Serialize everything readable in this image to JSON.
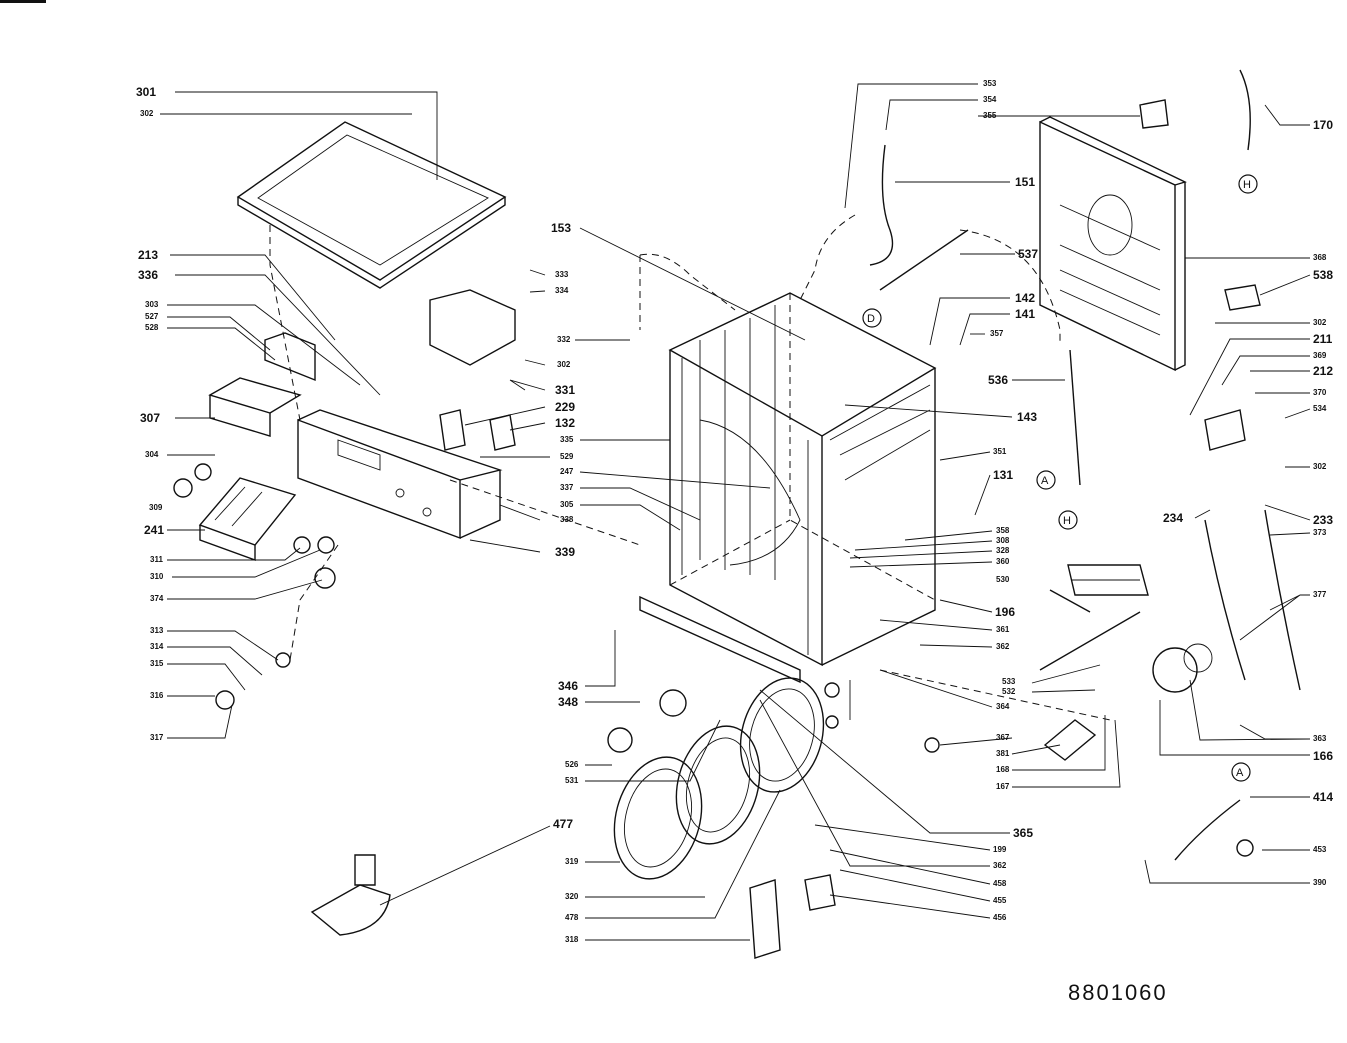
{
  "drawing_number": "8801060",
  "connector_markers": [
    "A",
    "D",
    "H"
  ],
  "labels": [
    "301",
    "302",
    "213",
    "336",
    "303",
    "527",
    "528",
    "307",
    "304",
    "309",
    "241",
    "311",
    "310",
    "374",
    "313",
    "314",
    "315",
    "316",
    "317",
    "346",
    "348",
    "526",
    "531",
    "477",
    "319",
    "320",
    "478",
    "318",
    "333",
    "334",
    "332",
    "302",
    "331",
    "229",
    "132",
    "529",
    "339",
    "338",
    "335",
    "247",
    "337",
    "305",
    "153",
    "353",
    "354",
    "355",
    "151",
    "537",
    "142",
    "141",
    "357",
    "536",
    "143",
    "351",
    "131",
    "358",
    "308",
    "328",
    "360",
    "196",
    "361",
    "362",
    "364",
    "530",
    "170",
    "368",
    "538",
    "302",
    "211",
    "369",
    "212",
    "370",
    "534",
    "302",
    "234",
    "233",
    "373",
    "377",
    "533",
    "532",
    "363",
    "166",
    "381",
    "168",
    "167",
    "367",
    "414",
    "453",
    "390",
    "365",
    "199",
    "362",
    "458",
    "455",
    "456"
  ]
}
